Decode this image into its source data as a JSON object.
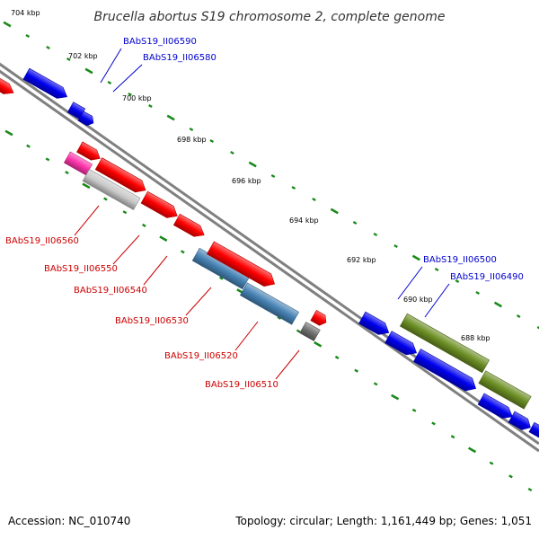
{
  "title": "Brucella abortus S19 chromosome 2, complete genome",
  "footer": {
    "accession": "Accession: NC_010740",
    "summary": "Topology: circular; Length: 1,161,449 bp; Genes: 1,051"
  },
  "colors": {
    "backbone": "#808080",
    "tick": "#1a8a1a",
    "label_blue": "#0000cc",
    "label_red": "#cc0000",
    "gene_blue": "#0000ee",
    "gene_red": "#ff0000",
    "gene_pink": "#ff33aa",
    "gene_gray": "#c8c8c8",
    "gene_steel": "#4682b4",
    "gene_dark_gray": "#707070",
    "gene_olive": "#6b8e23"
  },
  "ticks": [
    {
      "label": "704 kbp"
    },
    {
      "label": "702 kbp"
    },
    {
      "label": "700 kbp"
    },
    {
      "label": "698 kbp"
    },
    {
      "label": "696 kbp"
    },
    {
      "label": "694 kbp"
    },
    {
      "label": "692 kbp"
    },
    {
      "label": "690 kbp"
    },
    {
      "label": "688 kbp"
    }
  ],
  "gene_labels": [
    {
      "name": "BAbS19_II06590",
      "color": "blue"
    },
    {
      "name": "BAbS19_II06580",
      "color": "blue"
    },
    {
      "name": "BAbS19_II06560",
      "color": "red"
    },
    {
      "name": "BAbS19_II06550",
      "color": "red"
    },
    {
      "name": "BAbS19_II06540",
      "color": "red"
    },
    {
      "name": "BAbS19_II06530",
      "color": "red"
    },
    {
      "name": "BAbS19_II06520",
      "color": "red"
    },
    {
      "name": "BAbS19_II06510",
      "color": "red"
    },
    {
      "name": "BAbS19_II06500",
      "color": "blue"
    },
    {
      "name": "BAbS19_II06490",
      "color": "blue"
    }
  ]
}
